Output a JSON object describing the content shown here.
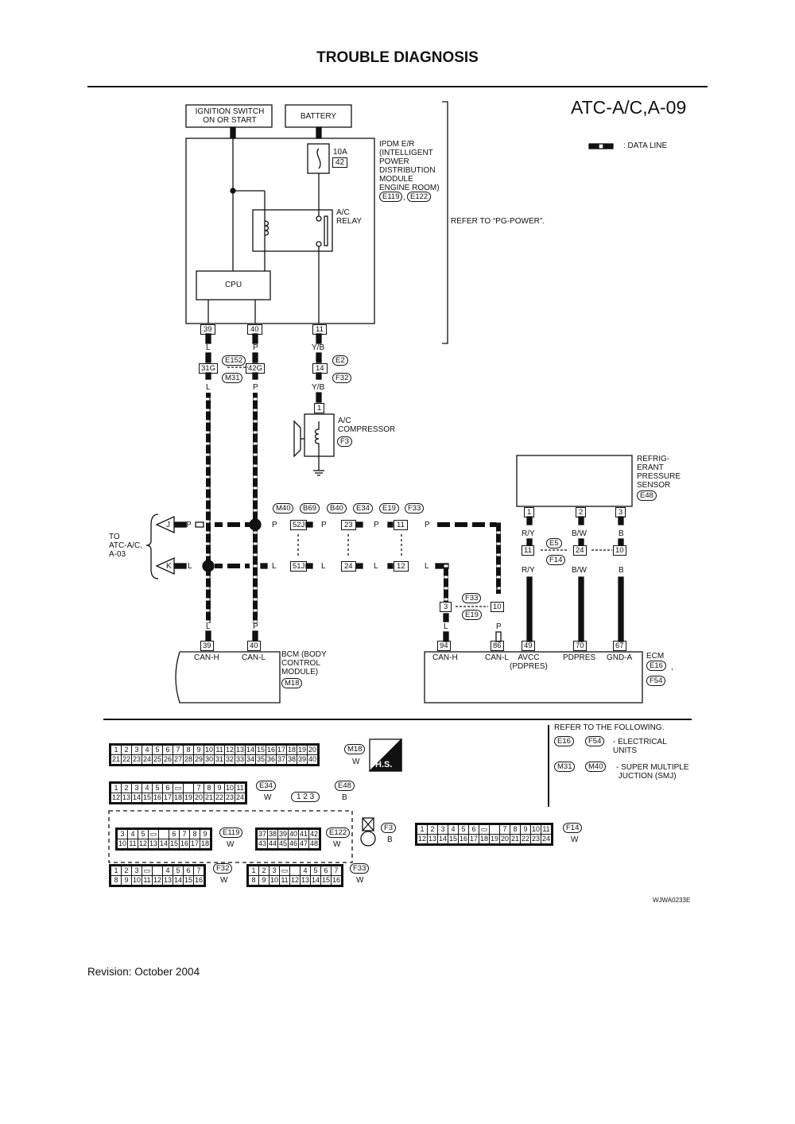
{
  "header": {
    "title": "TROUBLE DIAGNOSIS",
    "diagram_code": "ATC-A/C,A-09"
  },
  "legend": {
    "data_line": ": DATA LINE"
  },
  "sources": {
    "ignition": "IGNITION SWITCH\nON OR START",
    "battery": "BATTERY"
  },
  "ipdm": {
    "label": "IPDM E/R\n(INTELLIGENT\nPOWER\nDISTRIBUTION\nMODULE\nENGINE ROOM)",
    "connectors": [
      "E119",
      "E122"
    ],
    "fuse_rating": "10A",
    "fuse_number": "42",
    "relay_label": "A/C\nRELAY",
    "cpu_label": "CPU",
    "pins": [
      "39",
      "40",
      "11"
    ],
    "refer": "REFER TO “PG-POWER”."
  },
  "wires": {
    "can_h": "L",
    "can_l": "P",
    "comp": "Y/B",
    "sensor": [
      "R/Y",
      "B/W",
      "B"
    ]
  },
  "smj": {
    "pins": [
      "31G",
      "42G"
    ],
    "connectors": [
      "E152",
      "M31"
    ]
  },
  "comp_joint": {
    "pin": "14",
    "connectors": [
      "E2",
      "F32"
    ]
  },
  "compressor": {
    "pin": "1",
    "label": "A/C\nCOMPRESSOR",
    "connector": "F3"
  },
  "junction": {
    "connectors": [
      "M40",
      "B69",
      "B40",
      "E34",
      "E19",
      "F33"
    ],
    "top_pins": [
      "52J",
      "23",
      "11"
    ],
    "bottom_pins": [
      "51J",
      "24",
      "12"
    ],
    "to_label": "TO\nATC-A/C,\nA-03",
    "j": "J",
    "k": "K"
  },
  "f33_joint": {
    "pins": [
      "3",
      "10"
    ],
    "connectors": [
      "F33",
      "E19"
    ]
  },
  "sensor": {
    "label": "REFRIG-\nERANT\nPRESSURE\nSENSOR",
    "connector": "E48",
    "pins": [
      "1",
      "2",
      "3"
    ],
    "joint_pins": [
      "11",
      "24",
      "10"
    ],
    "joint_connectors": [
      "E5",
      "F14"
    ]
  },
  "bcm": {
    "pins": [
      "39",
      "40"
    ],
    "pin_labels": [
      "CAN-H",
      "CAN-L"
    ],
    "label": "BCM (BODY\nCONTROL\nMODULE)",
    "connector": "M18"
  },
  "ecm": {
    "pins": [
      "94",
      "86",
      "49",
      "70",
      "67"
    ],
    "pin_labels": [
      "CAN-H",
      "CAN-L",
      "AVCC\n(PDPRES)",
      "PDPRES",
      "GND-A"
    ],
    "label": "ECM",
    "connectors": [
      "E16",
      "F54"
    ]
  },
  "refer_box": {
    "line1": "REFER TO THE FOLLOWING.",
    "conn_a": [
      "E16",
      "F54"
    ],
    "desc_a": "- ELECTRICAL\nUNITS",
    "conn_b": [
      "M31",
      "M40"
    ],
    "desc_b": "- SUPER MULTIPLE\n JUCTION (SMJ)"
  },
  "connector_views": [
    {
      "id": "M18",
      "color": "W"
    },
    {
      "id": "E34",
      "color": "W"
    },
    {
      "id": "E48",
      "color": "B"
    },
    {
      "id": "E119",
      "color": "W"
    },
    {
      "id": "E122",
      "color": "W"
    },
    {
      "id": "F3",
      "color": "B"
    },
    {
      "id": "F14",
      "color": "W"
    },
    {
      "id": "F32",
      "color": "W"
    },
    {
      "id": "F33",
      "color": "W"
    }
  ],
  "hs_badge": "H.S.",
  "figure_id": "WJWA0233E",
  "footer": {
    "revision": "Revision: October 2004"
  }
}
